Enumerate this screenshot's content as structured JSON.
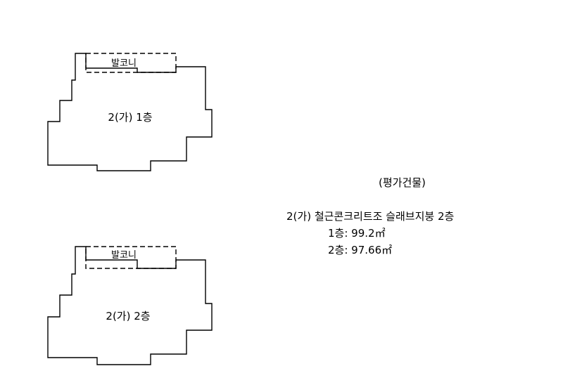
{
  "info": {
    "heading": "(평가건물)",
    "structure": "2(가) 철근콘크리트조 슬래브지붕 2층",
    "floor1_area": "1층: 99.2㎡",
    "floor2_area": "2층: 97.66㎡"
  },
  "plans": [
    {
      "balcony_label": "발코니",
      "floor_label": "2(가) 1층"
    },
    {
      "balcony_label": "발코니",
      "floor_label": "2(가) 2층"
    }
  ]
}
